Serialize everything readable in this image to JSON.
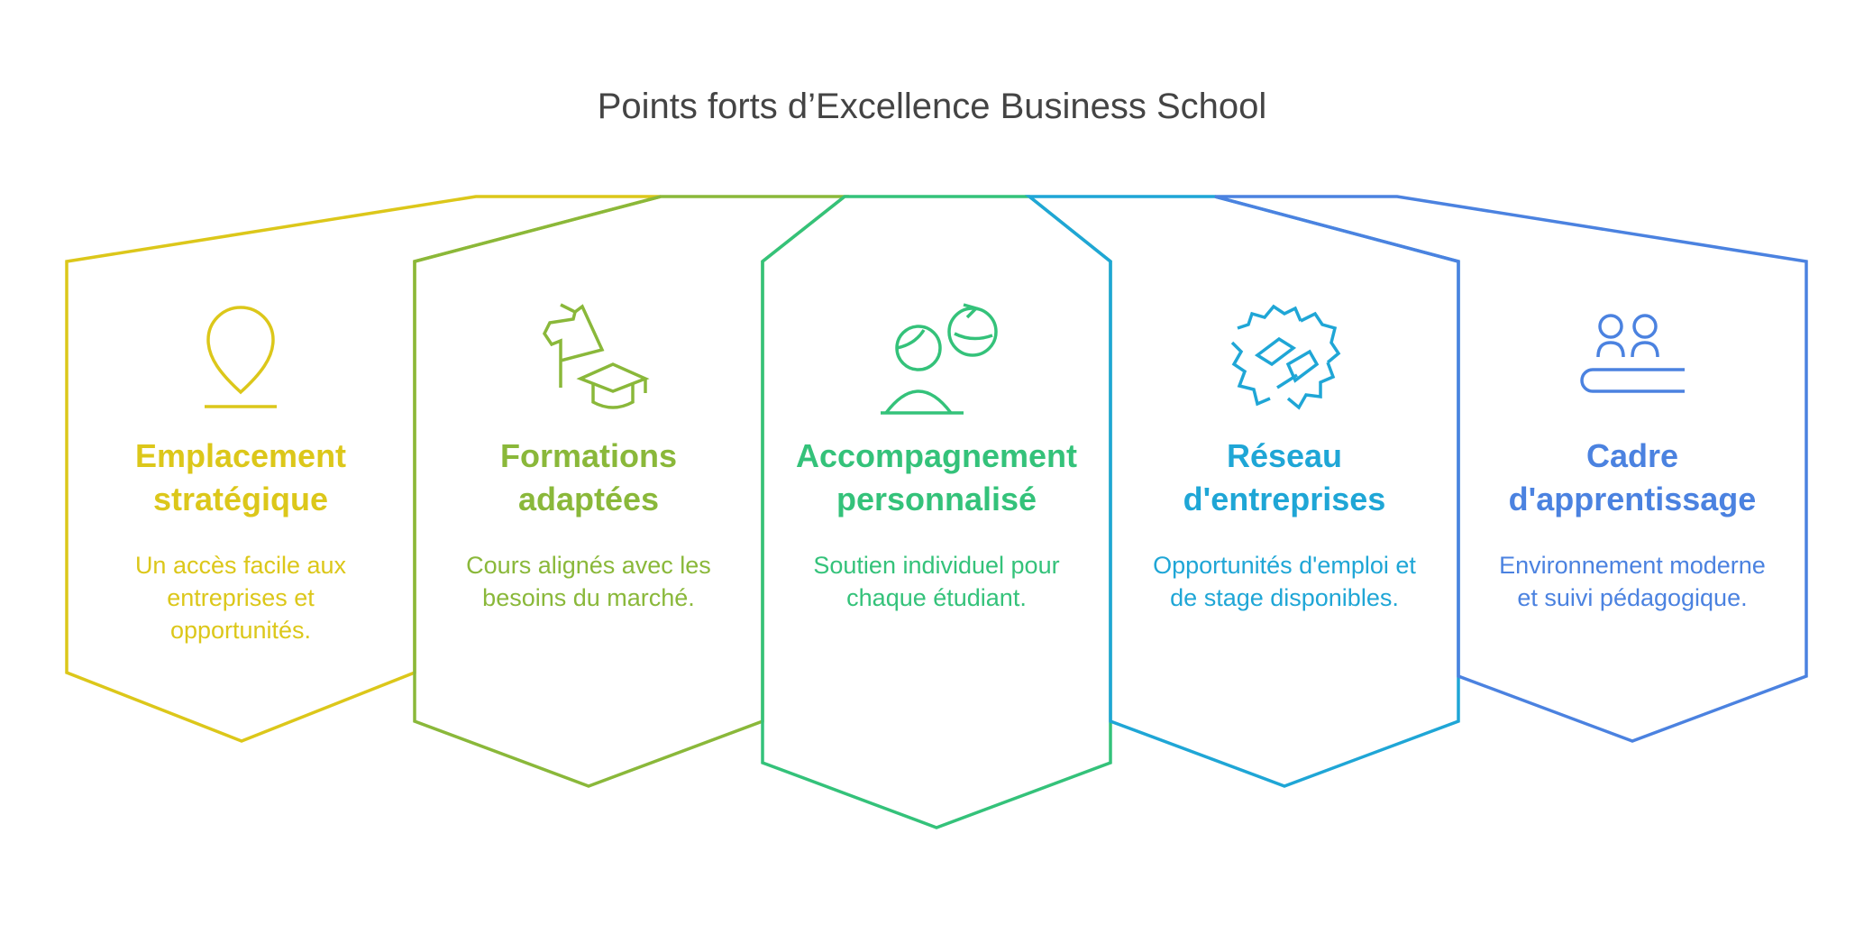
{
  "title": "Points forts d’Excellence Business School",
  "cards": [
    {
      "heading_1": "Emplacement",
      "heading_2": "stratégique",
      "description": "Un accès facile aux entreprises et opportunités.",
      "color": "#DCC71A",
      "icon": "map-pin-icon"
    },
    {
      "heading_1": "Formations",
      "heading_2": "adaptées",
      "description": "Cours alignés avec les besoins du marché.",
      "color": "#8AB83A",
      "icon": "teacher-graduation-cap-icon"
    },
    {
      "heading_1": "Accompagnement",
      "heading_2": "personnalisé",
      "description": "Soutien individuel pour chaque étudiant.",
      "color": "#34C27A",
      "icon": "mentor-person-refresh-icon"
    },
    {
      "heading_1": "Réseau",
      "heading_2": "d'entreprises",
      "description": "Opportunités d'emploi et de stage disponibles.",
      "color": "#1FA6D6",
      "icon": "handshake-network-icon"
    },
    {
      "heading_1": "Cadre",
      "heading_2": "d'apprentissage",
      "description": "Environnement moderne et suivi pédagogique.",
      "color": "#4B82E0",
      "icon": "classroom-desk-icon"
    }
  ]
}
